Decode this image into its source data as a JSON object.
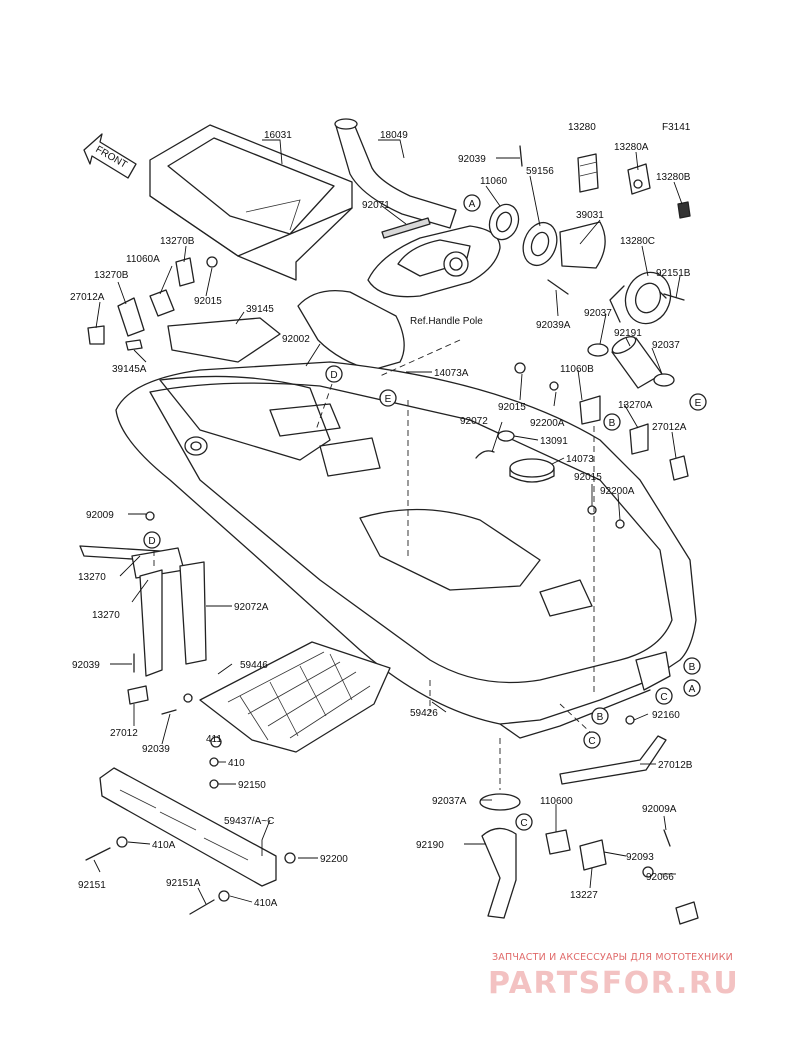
{
  "figure_code": "F3141",
  "front_label": "FRONT",
  "ref_note": "Ref.Handle Pole",
  "labels": [
    {
      "id": "16031",
      "text": "16031"
    },
    {
      "id": "18049",
      "text": "18049"
    },
    {
      "id": "13280",
      "text": "13280"
    },
    {
      "id": "92039-top",
      "text": "92039"
    },
    {
      "id": "11060",
      "text": "11060"
    },
    {
      "id": "59156",
      "text": "59156"
    },
    {
      "id": "13280A",
      "text": "13280A"
    },
    {
      "id": "13280B",
      "text": "13280B"
    },
    {
      "id": "92071",
      "text": "92071"
    },
    {
      "id": "39031",
      "text": "39031"
    },
    {
      "id": "13280C",
      "text": "13280C"
    },
    {
      "id": "13270B-a",
      "text": "13270B"
    },
    {
      "id": "11060A",
      "text": "11060A"
    },
    {
      "id": "13270B-b",
      "text": "13270B"
    },
    {
      "id": "92015-a",
      "text": "92015"
    },
    {
      "id": "27012A-a",
      "text": "27012A"
    },
    {
      "id": "92151B",
      "text": "92151B"
    },
    {
      "id": "39145",
      "text": "39145"
    },
    {
      "id": "92039A",
      "text": "92039A"
    },
    {
      "id": "92037-a",
      "text": "92037"
    },
    {
      "id": "92002",
      "text": "92002"
    },
    {
      "id": "92191",
      "text": "92191"
    },
    {
      "id": "92037-b",
      "text": "92037"
    },
    {
      "id": "39145A",
      "text": "39145A"
    },
    {
      "id": "14073A",
      "text": "14073A"
    },
    {
      "id": "11060B",
      "text": "11060B"
    },
    {
      "id": "92015-b",
      "text": "92015"
    },
    {
      "id": "13270A",
      "text": "13270A"
    },
    {
      "id": "92072",
      "text": "92072"
    },
    {
      "id": "92200A-a",
      "text": "92200A"
    },
    {
      "id": "27012A-b",
      "text": "27012A"
    },
    {
      "id": "13091",
      "text": "13091"
    },
    {
      "id": "14073",
      "text": "14073"
    },
    {
      "id": "92015-c",
      "text": "92015"
    },
    {
      "id": "92200A-b",
      "text": "92200A"
    },
    {
      "id": "92009",
      "text": "92009"
    },
    {
      "id": "13270-a",
      "text": "13270"
    },
    {
      "id": "13270-b",
      "text": "13270"
    },
    {
      "id": "92072A",
      "text": "92072A"
    },
    {
      "id": "92039-mid",
      "text": "92039"
    },
    {
      "id": "59446",
      "text": "59446"
    },
    {
      "id": "27012",
      "text": "27012"
    },
    {
      "id": "59426",
      "text": "59426"
    },
    {
      "id": "92039-low",
      "text": "92039"
    },
    {
      "id": "411",
      "text": "411"
    },
    {
      "id": "410",
      "text": "410"
    },
    {
      "id": "92160",
      "text": "92160"
    },
    {
      "id": "92150",
      "text": "92150"
    },
    {
      "id": "27012B",
      "text": "27012B"
    },
    {
      "id": "92037A",
      "text": "92037A"
    },
    {
      "id": "110600",
      "text": "110600"
    },
    {
      "id": "92009A",
      "text": "92009A"
    },
    {
      "id": "59437",
      "text": "59437/A~C"
    },
    {
      "id": "410A-a",
      "text": "410A"
    },
    {
      "id": "92190",
      "text": "92190"
    },
    {
      "id": "92093",
      "text": "92093"
    },
    {
      "id": "92200",
      "text": "92200"
    },
    {
      "id": "92151",
      "text": "92151"
    },
    {
      "id": "92066",
      "text": "92066"
    },
    {
      "id": "92151A",
      "text": "92151A"
    },
    {
      "id": "13227",
      "text": "13227"
    },
    {
      "id": "410A-b",
      "text": "410A"
    }
  ],
  "callouts": [
    {
      "id": "A1",
      "letter": "A"
    },
    {
      "id": "D1",
      "letter": "D"
    },
    {
      "id": "E1",
      "letter": "E"
    },
    {
      "id": "B1",
      "letter": "B"
    },
    {
      "id": "E2",
      "letter": "E"
    },
    {
      "id": "D2",
      "letter": "D"
    },
    {
      "id": "B2",
      "letter": "B"
    },
    {
      "id": "C1",
      "letter": "C"
    },
    {
      "id": "A2",
      "letter": "A"
    },
    {
      "id": "B3",
      "letter": "B"
    },
    {
      "id": "C2",
      "letter": "C"
    },
    {
      "id": "C3",
      "letter": "C"
    }
  ],
  "watermark": {
    "tagline": "ЗАПЧАСТИ И АКСЕССУАРЫ ДЛЯ МОТОТЕХНИКИ",
    "logo": "PARTSFOR.RU"
  }
}
